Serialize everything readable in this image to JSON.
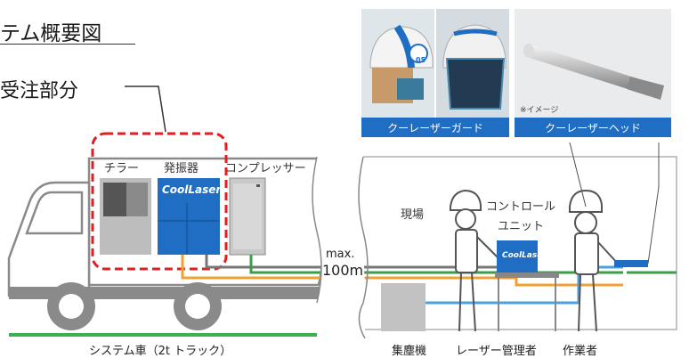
{
  "title": "テム概要図",
  "order_label": "受注部分",
  "truck": {
    "chiller_label": "チラー",
    "oscillator_label": "発振器",
    "compressor_label": "コンプレッサー",
    "oscillator_brand": "CoolLaser",
    "caption": "システム車（2t トラック）"
  },
  "distance": {
    "max_label": "max.",
    "value": "100m"
  },
  "site": {
    "site_label": "現場",
    "control_unit_label": "コントロール\nユニット",
    "control_unit_brand": "CoolLaser",
    "dust_collector_label": "集塵機",
    "laser_manager_label": "レーザー管理者",
    "worker_label": "作業者"
  },
  "photos": {
    "guard_caption": "クーレーザーガード",
    "head_caption": "クーレーザーヘッド",
    "image_note": "※イメージ",
    "helmet_number": "05"
  },
  "colors": {
    "red_dash": "#e02020",
    "blue": "#1f6ec4",
    "orange_line": "#f0a030",
    "green_line": "#3aa048",
    "blue_line": "#4aa0e0",
    "ground": "#3cb050"
  }
}
